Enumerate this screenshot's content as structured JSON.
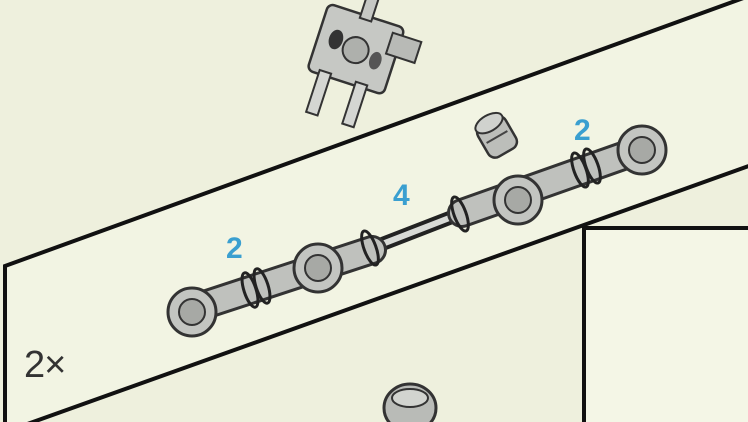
{
  "page": {
    "background": "#eef0dd",
    "panel_color": "#f3f5e4",
    "line_color": "#111111",
    "part_color": "#b9bbb8",
    "part_dark": "#555555",
    "label_color": "#3a9fd0"
  },
  "step": {
    "multiplier": "2×",
    "quantities": {
      "upper_right": "2",
      "middle_axle": "4",
      "lower_left": "2"
    }
  },
  "parts": {
    "connector_plug": "connector-plug-icon",
    "bushing": "bushing-icon",
    "universal_joint": "universal-joint-icon",
    "axle": "axle-icon",
    "gear_bottom": "gear-icon"
  }
}
